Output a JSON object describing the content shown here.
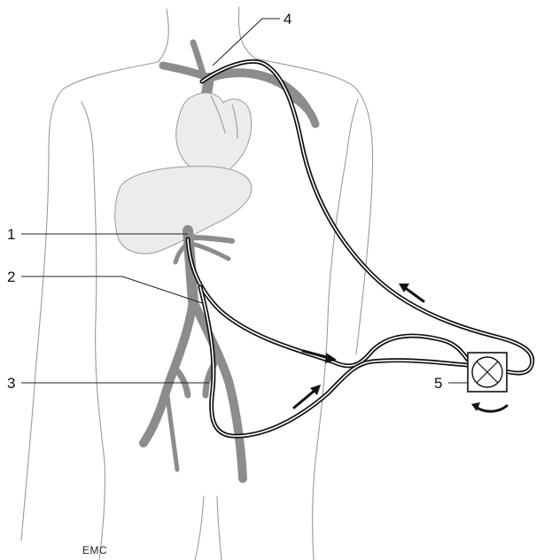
{
  "labels": {
    "l1": "1",
    "l2": "2",
    "l3": "3",
    "l4": "4",
    "l5": "5"
  },
  "credit": "EMC"
}
